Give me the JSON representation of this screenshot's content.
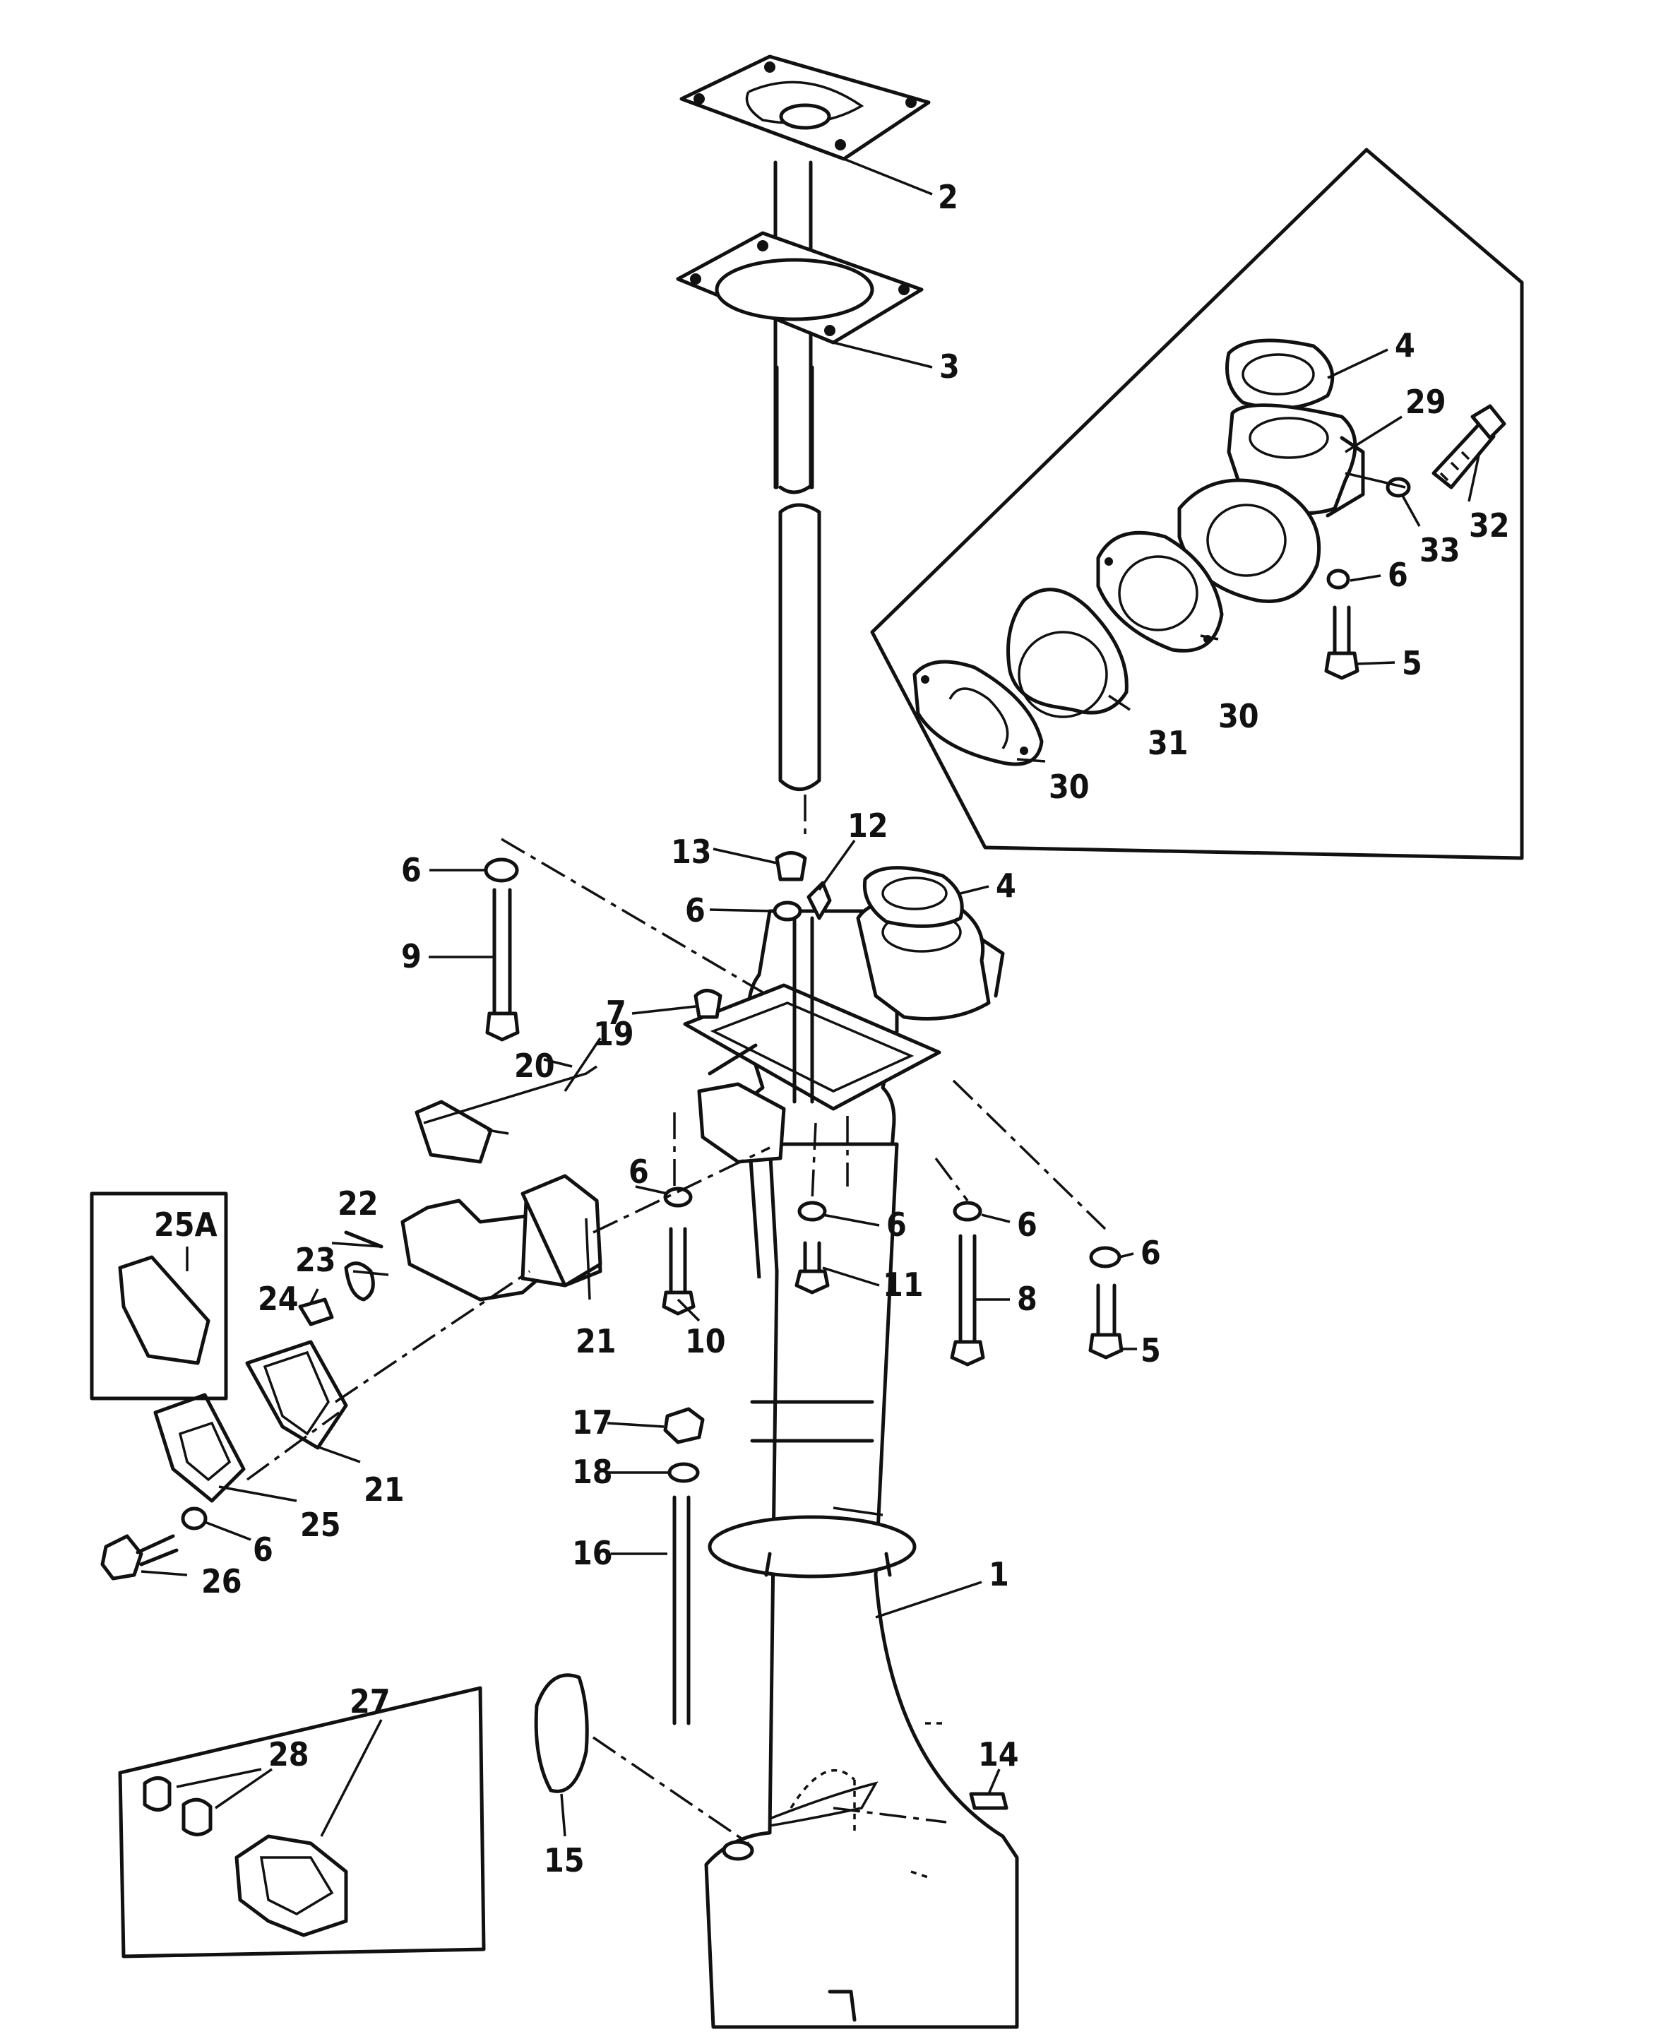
{
  "callouts": {
    "c1": "1",
    "c2": "2",
    "c3": "3",
    "c4a": "4",
    "c4b": "4",
    "c5a": "5",
    "c5b": "5",
    "c6a": "6",
    "c6b": "6",
    "c6c": "6",
    "c6d": "6",
    "c6e": "6",
    "c6f": "6",
    "c6g": "6",
    "c6h": "6",
    "c7": "7",
    "c8": "8",
    "c9": "9",
    "c10": "10",
    "c11": "11",
    "c12": "12",
    "c13": "13",
    "c14": "14",
    "c15": "15",
    "c16": "16",
    "c17": "17",
    "c18": "18",
    "c19": "19",
    "c20": "20",
    "c21a": "21",
    "c21b": "21",
    "c22": "22",
    "c23": "23",
    "c24": "24",
    "c25": "25",
    "c25a": "25A",
    "c26": "26",
    "c27": "27",
    "c28": "28",
    "c29": "29",
    "c30a": "30",
    "c30b": "30",
    "c31": "31",
    "c32": "32",
    "c33": "33"
  }
}
